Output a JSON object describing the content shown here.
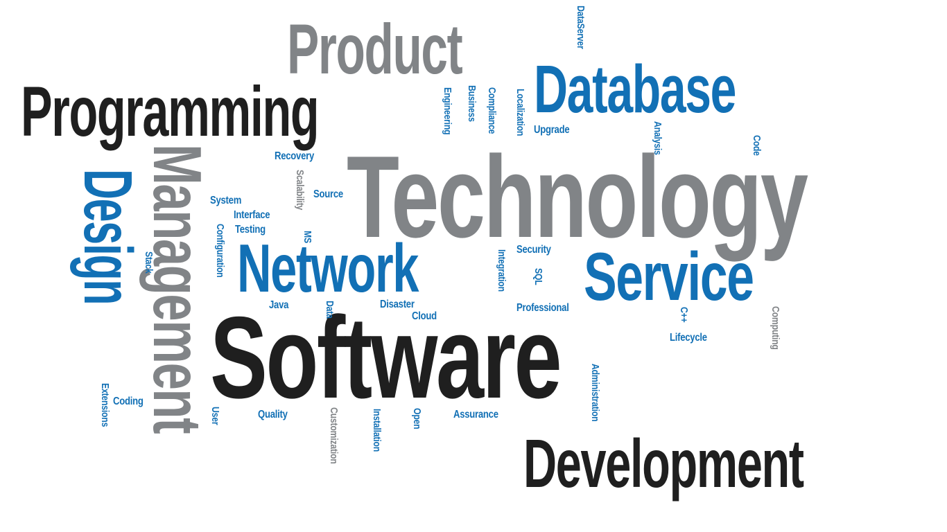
{
  "colors": {
    "black": "#1f1f1f",
    "gray": "#818487",
    "blue": "#1270b5",
    "background": "#ffffff"
  },
  "words": {
    "technology": "Technology",
    "software": "Software",
    "programming": "Programming",
    "product": "Product",
    "database": "Database",
    "development": "Development",
    "management": "Management",
    "design": "Design",
    "network": "Network",
    "service": "Service",
    "dataserver": "DataServer",
    "engineering": "Engineering",
    "business": "Business",
    "compliance": "Compliance",
    "localization": "Localization",
    "upgrade": "Upgrade",
    "analysis": "Analysis",
    "code": "Code",
    "recovery": "Recovery",
    "scalability": "Scalability",
    "source": "Source",
    "system": "System",
    "interface": "Interface",
    "testing": "Testing",
    "configuration": "Configuration",
    "ms": "MS",
    "stack": "Stack",
    "integration": "Integration",
    "security": "Security",
    "sql": "SQL",
    "java": "Java",
    "data": "Data",
    "disaster": "Disaster",
    "cloud": "Cloud",
    "professional": "Professional",
    "cpp": "C++",
    "computing": "Computing",
    "lifecycle": "Lifecycle",
    "administration": "Administration",
    "extensions": "Extensions",
    "coding": "Coding",
    "user": "User",
    "quality": "Quality",
    "customization": "Customization",
    "installation": "Installation",
    "open": "Open",
    "assurance": "Assurance"
  }
}
